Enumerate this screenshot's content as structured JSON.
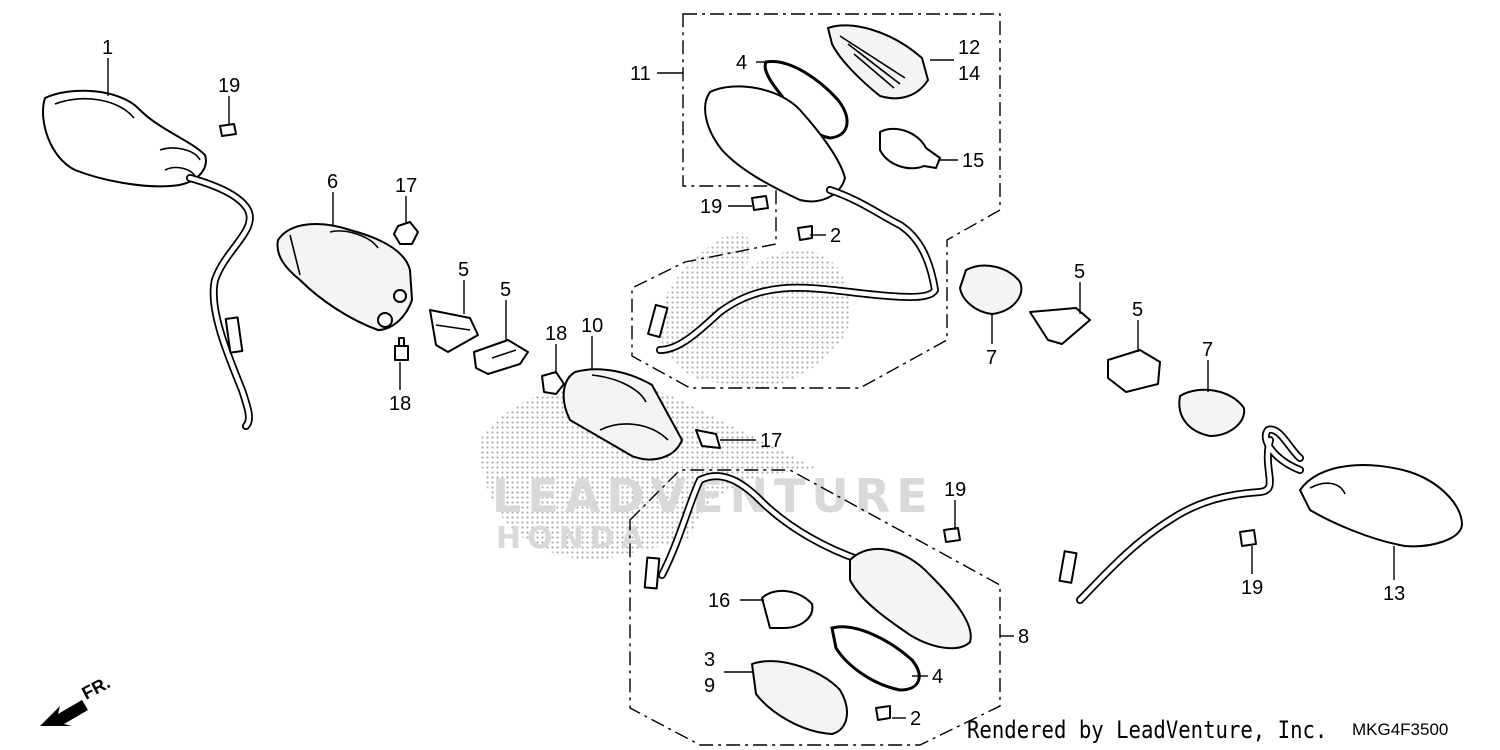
{
  "diagram": {
    "callouts": [
      {
        "id": "c1",
        "text": "1"
      },
      {
        "id": "c19a",
        "text": "19"
      },
      {
        "id": "c6",
        "text": "6"
      },
      {
        "id": "c17a",
        "text": "17"
      },
      {
        "id": "c5a",
        "text": "5"
      },
      {
        "id": "c5b",
        "text": "5"
      },
      {
        "id": "c18a",
        "text": "18"
      },
      {
        "id": "c10",
        "text": "10"
      },
      {
        "id": "c18b",
        "text": "18"
      },
      {
        "id": "c11",
        "text": "11"
      },
      {
        "id": "c4a",
        "text": "4"
      },
      {
        "id": "c12",
        "text": "12"
      },
      {
        "id": "c14",
        "text": "14"
      },
      {
        "id": "c15",
        "text": "15"
      },
      {
        "id": "c19b",
        "text": "19"
      },
      {
        "id": "c2a",
        "text": "2"
      },
      {
        "id": "c5c",
        "text": "5"
      },
      {
        "id": "c7a",
        "text": "7"
      },
      {
        "id": "c5d",
        "text": "5"
      },
      {
        "id": "c7b",
        "text": "7"
      },
      {
        "id": "c17b",
        "text": "17"
      },
      {
        "id": "c19c",
        "text": "19"
      },
      {
        "id": "c19d",
        "text": "19"
      },
      {
        "id": "c13",
        "text": "13"
      },
      {
        "id": "c16",
        "text": "16"
      },
      {
        "id": "c8",
        "text": "8"
      },
      {
        "id": "c3",
        "text": "3"
      },
      {
        "id": "c9",
        "text": "9"
      },
      {
        "id": "c4b",
        "text": "4"
      },
      {
        "id": "c2b",
        "text": "2"
      }
    ],
    "front_arrow_label": "FR.",
    "watermark_text": "LEADVENTURE",
    "watermark_text_2": "HONDA"
  },
  "footer": {
    "rendered_by": "Rendered by LeadVenture, Inc.",
    "ref_code": "MKG4F3500"
  }
}
